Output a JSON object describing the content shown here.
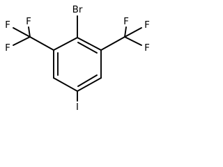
{
  "molecule": {
    "atoms": {
      "bromine": "Br",
      "iodine": "I",
      "fluorine": "F"
    }
  }
}
